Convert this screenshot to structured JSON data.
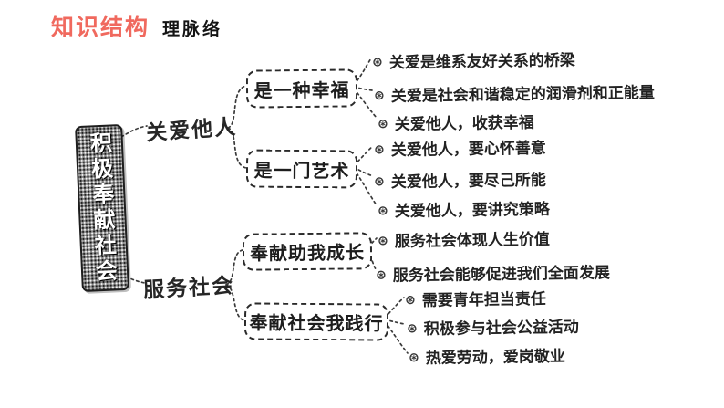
{
  "header": {
    "title": "知识结构",
    "subtitle": "理脉络"
  },
  "colors": {
    "accent": "#f0695e",
    "ink": "#1f1f1f"
  },
  "icons": {
    "bullet_glyph": "⊛"
  },
  "root": {
    "label": "积极奉献社会"
  },
  "branches": [
    {
      "label": "关爱他人",
      "children": [
        {
          "label": "是一种幸福",
          "points": [
            "关爱是维系友好关系的桥梁",
            "关爱是社会和谐稳定的润滑剂和正能量",
            "关爱他人，收获幸福"
          ]
        },
        {
          "label": "是一门艺术",
          "points": [
            "关爱他人，要心怀善意",
            "关爱他人，要尽己所能",
            "关爱他人，要讲究策略"
          ]
        }
      ]
    },
    {
      "label": "服务社会",
      "children": [
        {
          "label": "奉献助我成长",
          "points": [
            "服务社会体现人生价值",
            "服务社会能够促进我们全面发展"
          ]
        },
        {
          "label": "奉献社会我践行",
          "points": [
            "需要青年担当责任",
            "积极参与社会公益活动",
            "热爱劳动，爱岗敬业"
          ]
        }
      ]
    }
  ]
}
